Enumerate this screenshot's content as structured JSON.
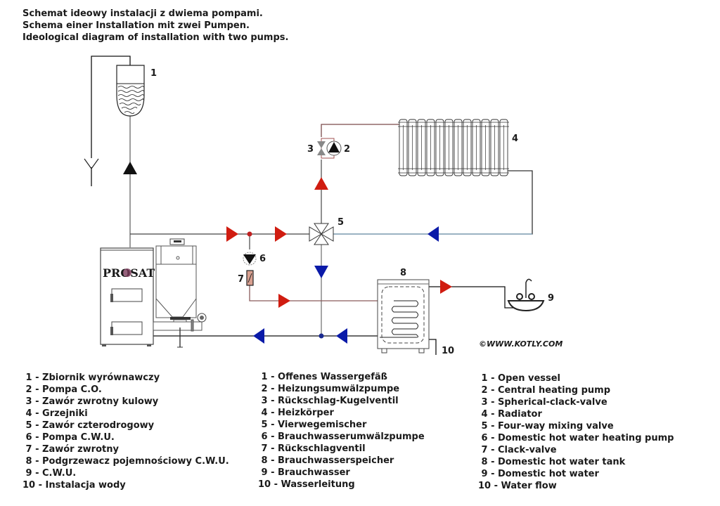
{
  "titles": [
    "Schemat ideowy instalacji z dwiema pompami.",
    "Schema einer Installation mit zwei Pumpen.",
    "Ideological diagram of installation with two pumps."
  ],
  "diagram": {
    "component_numbers": [
      "1",
      "2",
      "3",
      "4",
      "5",
      "6",
      "7",
      "8",
      "9",
      "10"
    ],
    "boiler_brand": "PROSAT",
    "copyright": "©WWW.KOTLY.COM",
    "colors": {
      "supply_hot": "#d01c10",
      "return_cold": "#0a1aa8",
      "pipe": "#222222",
      "hot_pipe_tint": "#8a5a5a",
      "cold_pipe_tint": "#5a8aa8",
      "check_valve_body": "#d9a090"
    }
  },
  "legend": {
    "polish": [
      " 1 - Zbiornik wyrównawczy",
      " 2 - Pompa C.O.",
      " 3 - Zawór zwrotny kulowy",
      " 4 - Grzejniki",
      " 5 - Zawór czterodrogowy",
      " 6 - Pompa C.W.U.",
      " 7 - Zawór zwrotny",
      " 8 - Podgrzewacz pojemnościowy C.W.U.",
      " 9 - C.W.U.",
      "10 - Instalacja wody"
    ],
    "german": [
      " 1 - Offenes Wassergefäß",
      " 2 - Heizungsumwälzpumpe",
      " 3 - Rückschlag-Kugelventil",
      " 4 - Heizkörper",
      " 5 - Vierwegemischer",
      " 6 - Brauchwasserumwälzpumpe",
      " 7 - Rückschlagventil",
      " 8 - Brauchwasserspeicher",
      " 9 - Brauchwasser",
      "10 - Wasserleitung"
    ],
    "english": [
      " 1 - Open vessel",
      " 2 - Central heating pump",
      " 3 - Spherical-clack-valve",
      " 4 - Radiator",
      " 5 - Four-way mixing valve",
      " 6 - Domestic hot water heating pump",
      " 7 - Clack-valve",
      " 8 - Domestic hot water tank",
      " 9 - Domestic hot water",
      "10 - Water flow"
    ]
  }
}
